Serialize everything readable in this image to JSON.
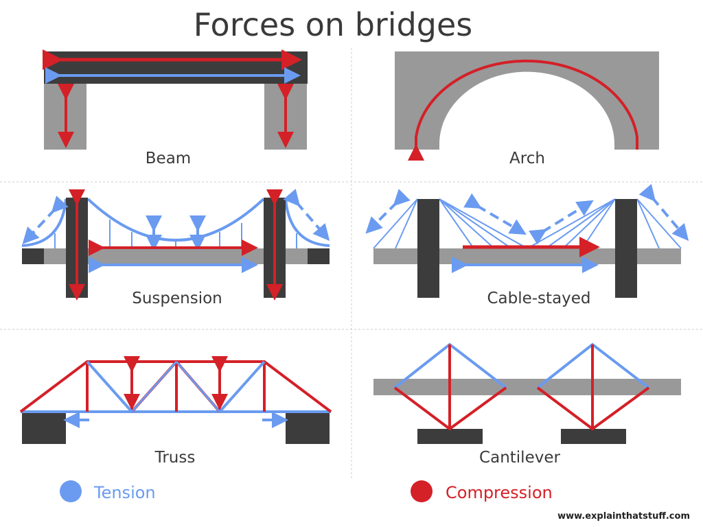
{
  "title": "Forces on bridges",
  "panels": {
    "beam": "Beam",
    "arch": "Arch",
    "suspension": "Suspension",
    "cable_stayed": "Cable-stayed",
    "truss": "Truss",
    "cantilever": "Cantilever"
  },
  "legend": {
    "tension": {
      "label": "Tension",
      "color": "#6a9bf0"
    },
    "compression": {
      "label": "Compression",
      "color": "#d42027"
    }
  },
  "credit": "www.explainthatstuff.com"
}
